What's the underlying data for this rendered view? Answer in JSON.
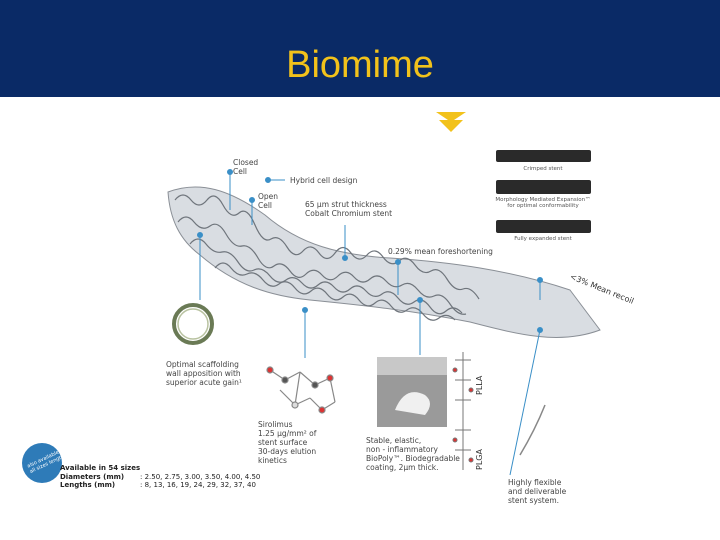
{
  "header": {
    "title": "Biomime",
    "bg_color": "#0a2a66",
    "title_color": "#f2c21b"
  },
  "callouts": {
    "closed_cell": "Closed\nCell",
    "hybrid_cell": "Hybrid cell design",
    "open_cell": "Open\nCell",
    "strut": "65 μm strut thickness\nCobalt Chromium stent",
    "foreshortening": "0.29% mean foreshortening",
    "recoil": "<3% Mean recoil",
    "scaffolding": "Optimal scaffolding\nwall apposition with\nsuperior acute gain¹",
    "sirolimus": "Sirolimus\n1.25 μg/mm² of\nstent surface\n30-days elution\nkinetics",
    "biopoly": "Stable, elastic,\nnon - inflammatory\nBioPoly™. Biodegradable\ncoating, 2μm thick.",
    "flexible": "Highly flexible\nand deliverable\nstent system.",
    "pla_top": "PLLA",
    "pla_bottom": "PLGA"
  },
  "thumbnails": [
    {
      "caption": "Crimped stent"
    },
    {
      "caption": "Morphology Mediated Expansion™\nfor optimal conformability"
    },
    {
      "caption": "Fully expanded stent"
    }
  ],
  "availability": {
    "heading": "Available in 54 sizes",
    "badge": "also available in\nall sizes lengths",
    "diameters_label": "Diameters (mm)",
    "diameters_value": ": 2.50, 2.75, 3.00, 3.50, 4.00, 4.50",
    "lengths_label": "Lengths (mm)",
    "lengths_value": ": 8, 13, 16, 19, 24, 29, 32, 37, 40"
  }
}
